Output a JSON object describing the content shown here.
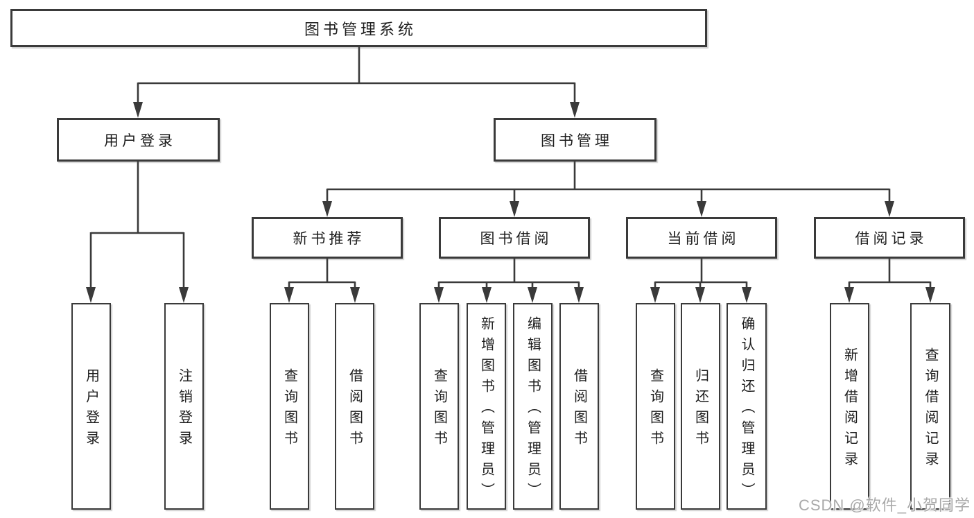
{
  "diagram": {
    "type": "hierarchy-tree",
    "nodes": {
      "root": {
        "label": "图书管理系统"
      },
      "level2": [
        {
          "label": "用户登录"
        },
        {
          "label": "图书管理"
        }
      ],
      "level3": [
        {
          "label": "新书推荐",
          "parent": "图书管理"
        },
        {
          "label": "图书借阅",
          "parent": "图书管理"
        },
        {
          "label": "当前借阅",
          "parent": "图书管理"
        },
        {
          "label": "借阅记录",
          "parent": "图书管理"
        }
      ],
      "leaves": [
        {
          "label": "用户登录",
          "parent": "用户登录"
        },
        {
          "label": "注销登录",
          "parent": "用户登录"
        },
        {
          "label": "查询图书",
          "parent": "新书推荐"
        },
        {
          "label": "借阅图书",
          "parent": "新书推荐"
        },
        {
          "label": "查询图书",
          "parent": "图书借阅"
        },
        {
          "label": "新增图书（管理员）",
          "parent": "图书借阅"
        },
        {
          "label": "编辑图书（管理员）",
          "parent": "图书借阅"
        },
        {
          "label": "借阅图书",
          "parent": "图书借阅"
        },
        {
          "label": "查询图书",
          "parent": "当前借阅"
        },
        {
          "label": "归还图书",
          "parent": "当前借阅"
        },
        {
          "label": "确认归还（管理员）",
          "parent": "当前借阅"
        },
        {
          "label": "新增借阅记录",
          "parent": "借阅记录"
        },
        {
          "label": "查询借阅记录",
          "parent": "借阅记录"
        }
      ]
    },
    "colors": {
      "line": "#3a3a3a",
      "box_border": "#3a3a3a",
      "box_fill": "#ffffff",
      "text": "#1d1d1d",
      "background": "#ffffff",
      "watermark_text": "#a9a9a9"
    }
  },
  "watermark": {
    "text": "CSDN @软件_小贺同学"
  }
}
